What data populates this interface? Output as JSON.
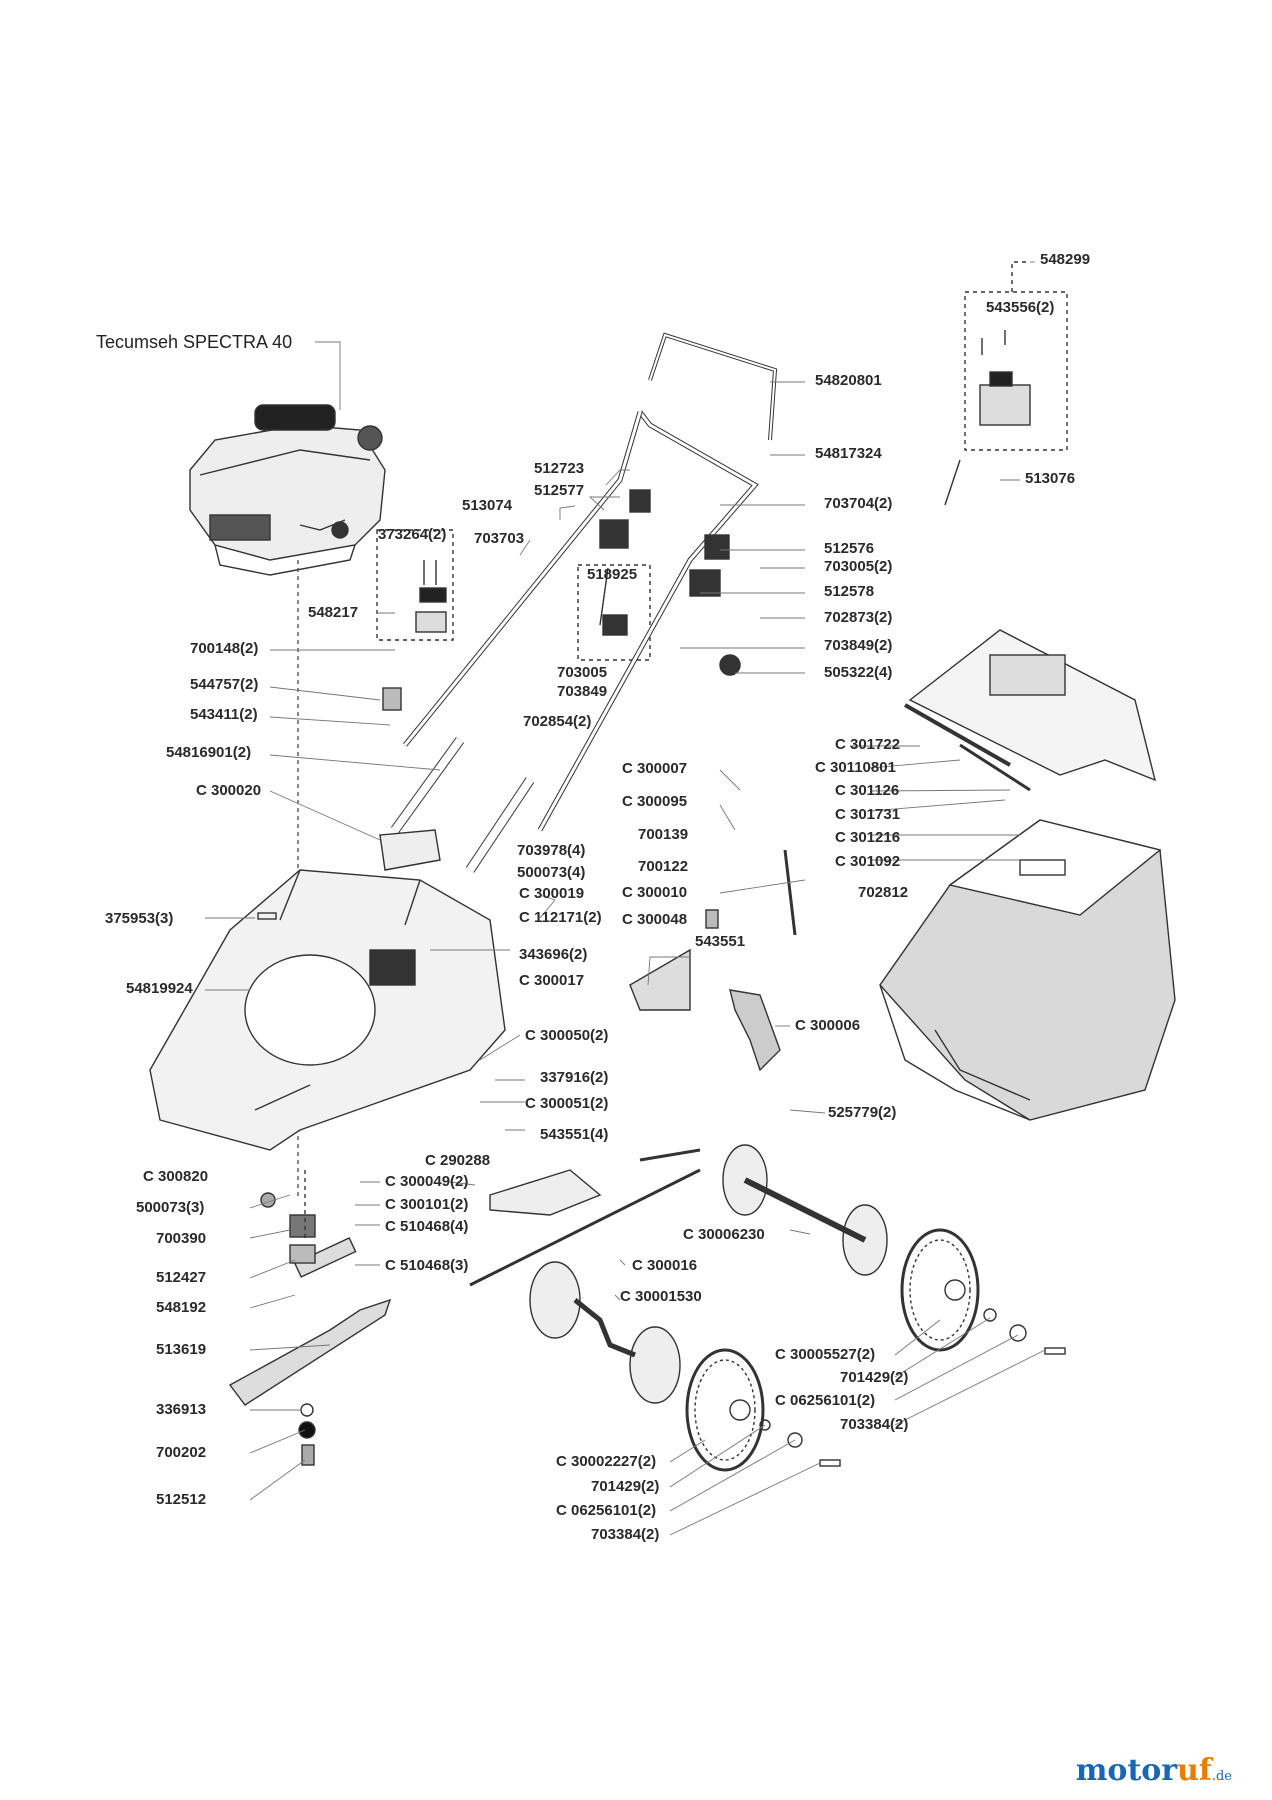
{
  "engine_label": "Tecumseh SPECTRA 40",
  "logo": {
    "main": "motor",
    "accent": "uf",
    "suffix": ".de"
  },
  "labels": [
    "548299",
    "543556(2)",
    "54820801",
    "54817324",
    "513076",
    "512723",
    "512577",
    "513074",
    "703703",
    "373264(2)",
    "518925",
    "548217",
    "703704(2)",
    "512576",
    "703005(2)",
    "512578",
    "702873(2)",
    "703849(2)",
    "703005",
    "703849",
    "505322(4)",
    "700148(2)",
    "544757(2)",
    "543411(2)",
    "702854(2)",
    "54816901(2)",
    "C 300020",
    "C 301722",
    "C 30110801",
    "C 301126",
    "C 301731",
    "C 301216",
    "C 301092",
    "C 300007",
    "C 300095",
    "700139",
    "700122",
    "C 300010",
    "C 300048",
    "702812",
    "703978(4)",
    "500073(4)",
    "C 300019",
    "C 112171(2)",
    "375953(3)",
    "343696(2)",
    "C 300017",
    "54819924",
    "543551",
    "C 300006",
    "C 300050(2)",
    "337916(2)",
    "C 300051(2)",
    "525779(2)",
    "543551(4)",
    "C 290288",
    "C 300820",
    "C 300049(2)",
    "C 300101(2)",
    "500073(3)",
    "700390",
    "C 510468(4)",
    "C 30006230",
    "C 510468(3)",
    "C 300016",
    "512427",
    "C 30001530",
    "548192",
    "513619",
    "C 30005527(2)",
    "701429(2)",
    "C 06256101(2)",
    "703384(2)",
    "336913",
    "700202",
    "512512",
    "C 30002227(2)",
    "701429(2)",
    "C 06256101(2)",
    "703384(2)"
  ]
}
